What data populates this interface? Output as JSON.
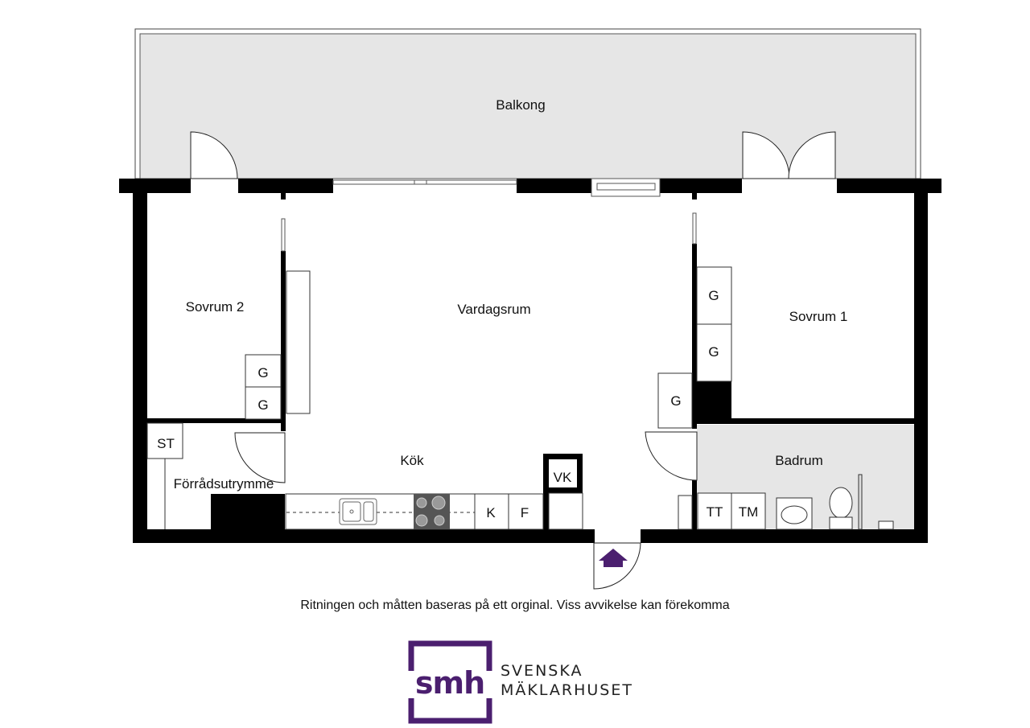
{
  "colors": {
    "wall": "#000000",
    "tiled_floor": "#e6e6e6",
    "brand": "#4b1f6f"
  },
  "rooms": {
    "balkong": "Balkong",
    "sovrum2": "Sovrum 2",
    "vardagsrum": "Vardagsrum",
    "sovrum1": "Sovrum 1",
    "kok": "Kök",
    "forradsutrymme": "Förrådsutrymme",
    "badrum": "Badrum"
  },
  "fixtures": {
    "wardrobe": "G",
    "storage": "ST",
    "cabinet": "VK",
    "fridge": "K",
    "freezer": "F",
    "dryer": "TT",
    "washer": "TM"
  },
  "entrance_icon": "entrance-arrow-icon",
  "disclaimer": "Ritningen och måtten baseras på ett orginal. Viss avvikelse kan förekomma",
  "logo": {
    "mark": "smh",
    "line1": "SVENSKA",
    "line2": "MÄKLARHUSET"
  }
}
